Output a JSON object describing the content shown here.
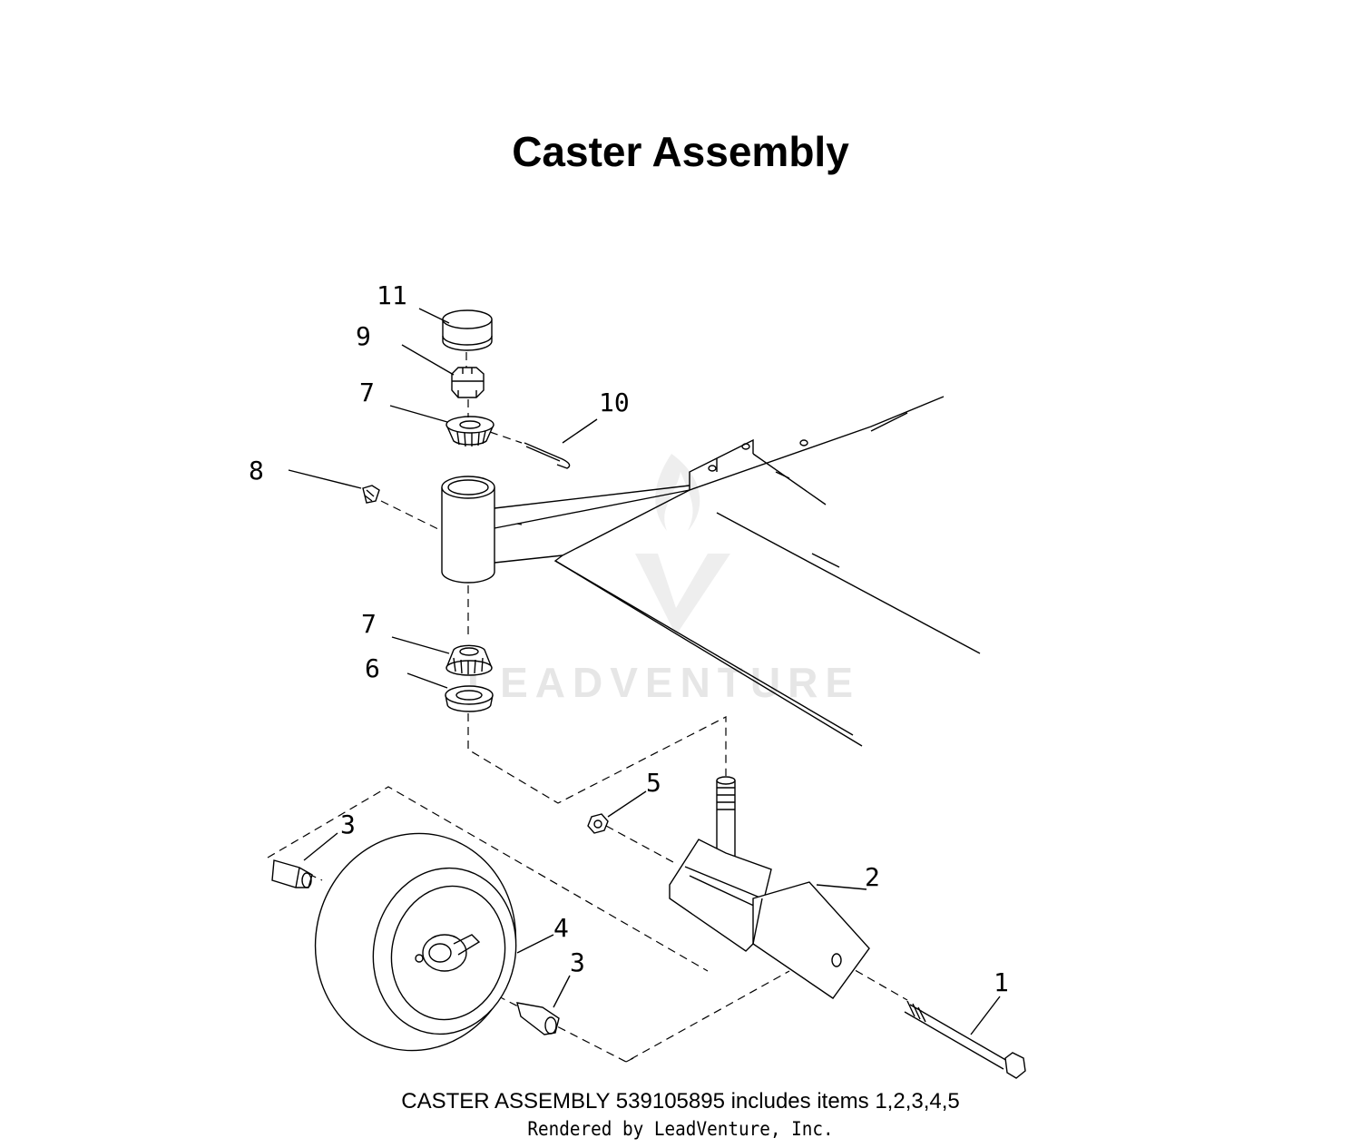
{
  "title": "Caster Assembly",
  "caption": "CASTER ASSEMBLY 539105895 includes items 1,2,3,4,5",
  "rendered_by": "Rendered by LeadVenture, Inc.",
  "watermark": "LEADVENTURE",
  "callouts": {
    "c1": "1",
    "c2": "2",
    "c3a": "3",
    "c3b": "3",
    "c4": "4",
    "c5": "5",
    "c6": "6",
    "c7a": "7",
    "c7b": "7",
    "c8": "8",
    "c9": "9",
    "c10": "10",
    "c11": "11"
  }
}
